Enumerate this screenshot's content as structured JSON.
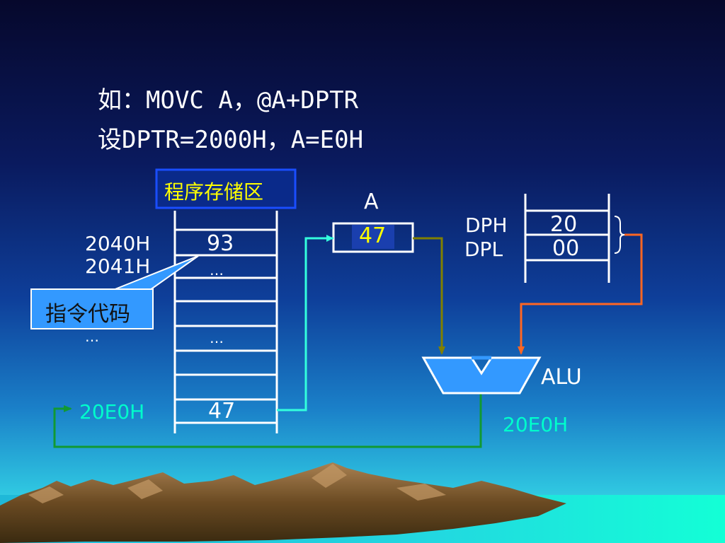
{
  "heading": {
    "line1": "如：MOVC  A，@A+DPTR",
    "line2": "设DPTR=2000H，A=E0H"
  },
  "memory": {
    "title": "程序存储区",
    "addr_1": "2040H",
    "addr_2": "2041H",
    "addr_ellipsis": "…",
    "addr_target": "20E0H",
    "cell_1": "93",
    "cell_2": "…",
    "cell_ellipsis": "…",
    "cell_target": "47"
  },
  "callout": {
    "label": "指令代码"
  },
  "register_a": {
    "label": "A",
    "value": "47"
  },
  "dptr": {
    "dph_label": "DPH",
    "dph_value": "20",
    "dpl_label": "DPL",
    "dpl_value": "00"
  },
  "alu": {
    "label": "ALU",
    "output": "20E0H"
  },
  "colors": {
    "title_text": "#ffff00",
    "highlight_text": "#00ffcc",
    "cyan_wire": "#33ffdd",
    "olive_wire": "#808000",
    "orange_wire": "#ff6622",
    "green_wire": "#119933",
    "callout_fill": "#3399ff",
    "alu_fill": "#3399ff"
  }
}
